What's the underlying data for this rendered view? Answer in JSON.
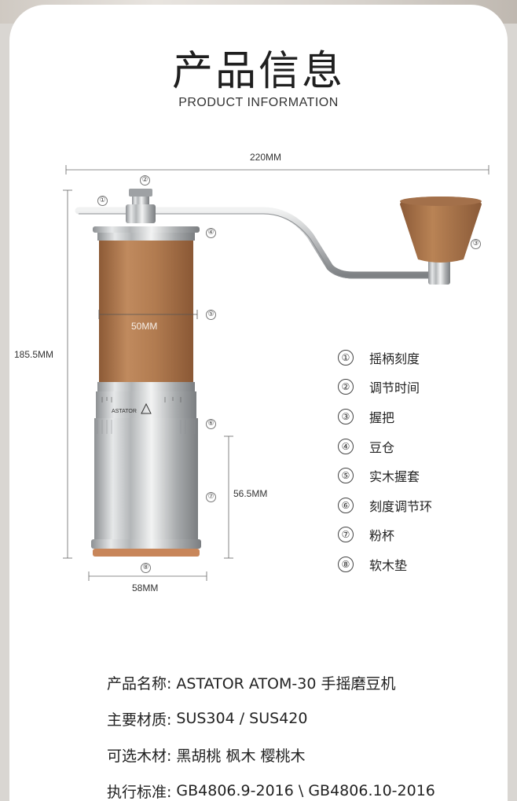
{
  "header": {
    "title_cn": "产品信息",
    "title_en": "PRODUCT INFORMATION"
  },
  "dimensions": {
    "width_total": "220MM",
    "height_total": "185.5MM",
    "body_diameter": "50MM",
    "cup_height": "56.5MM",
    "base_diameter": "58MM"
  },
  "markers": [
    "①",
    "②",
    "③",
    "④",
    "⑤",
    "⑥",
    "⑦",
    "⑧"
  ],
  "product_brand": "ASTATOR",
  "legend": [
    {
      "num": "①",
      "label": "摇柄刻度"
    },
    {
      "num": "②",
      "label": "调节时间"
    },
    {
      "num": "③",
      "label": "握把"
    },
    {
      "num": "④",
      "label": "豆仓"
    },
    {
      "num": "⑤",
      "label": "实木握套"
    },
    {
      "num": "⑥",
      "label": "刻度调节环"
    },
    {
      "num": "⑦",
      "label": "粉杯"
    },
    {
      "num": "⑧",
      "label": "软木垫"
    }
  ],
  "specs": [
    {
      "key": "产品名称:",
      "value": "ASTATOR ATOM-30 手摇磨豆机"
    },
    {
      "key": "主要材质:",
      "value": "SUS304 / SUS420"
    },
    {
      "key": "可选木材:",
      "value": "黑胡桃 枫木 樱桃木"
    },
    {
      "key": "执行标准:",
      "value": "GB4806.9-2016 \\ GB4806.10-2016"
    }
  ],
  "colors": {
    "wood": "#b07a52",
    "steel": "#c9cbcd",
    "cork": "#c8865a"
  }
}
